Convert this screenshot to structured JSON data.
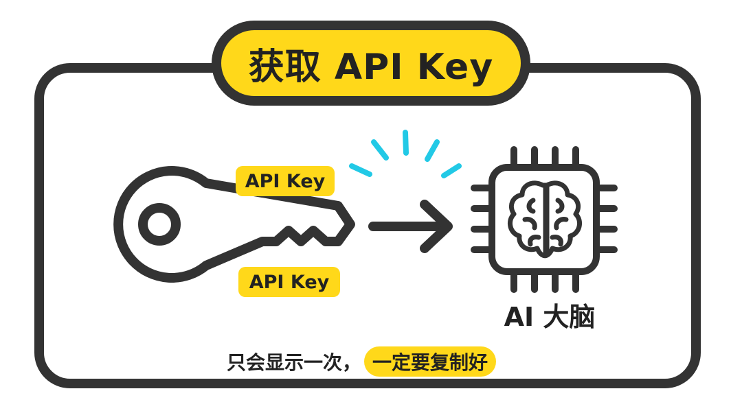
{
  "title": "获取 API Key",
  "key_label_top": "API Key",
  "key_label_bottom": "API Key",
  "ai_label": "AI 大脑",
  "note": {
    "text": "只会显示一次，",
    "highlight": "一定要复制好"
  },
  "colors": {
    "accent": "#ffd81a",
    "outline": "#333333",
    "spark": "#22c9e6",
    "text": "#222222"
  },
  "icons": [
    "key-icon",
    "arrow-right-icon",
    "sparkle-icon",
    "chip-icon",
    "brain-icon"
  ]
}
